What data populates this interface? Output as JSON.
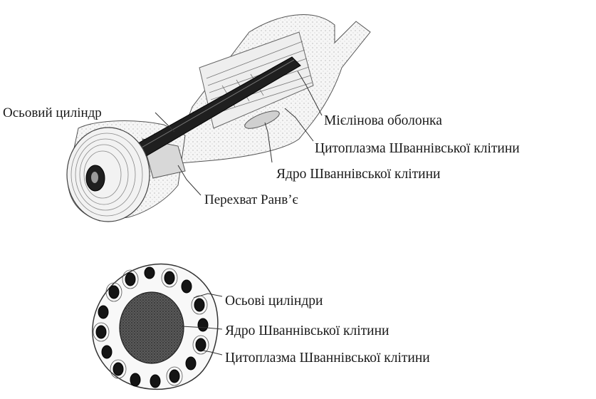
{
  "diagram": {
    "labels": {
      "axial_cylinder": "Осьовий циліндр",
      "myelin_sheath": "Мієлінова оболонка",
      "schwann_cytoplasm": "Цитоплазма Шваннівської клітини",
      "schwann_nucleus": "Ядро Шваннівської клітини",
      "ranvier_node": "Перехват Ранв’є"
    },
    "cross_section_labels": {
      "axial_cylinders": "Осьові циліндри",
      "schwann_nucleus": "Ядро Шваннівської клітини",
      "schwann_cytoplasm": "Цитоплазма Шваннівської клітини"
    }
  }
}
